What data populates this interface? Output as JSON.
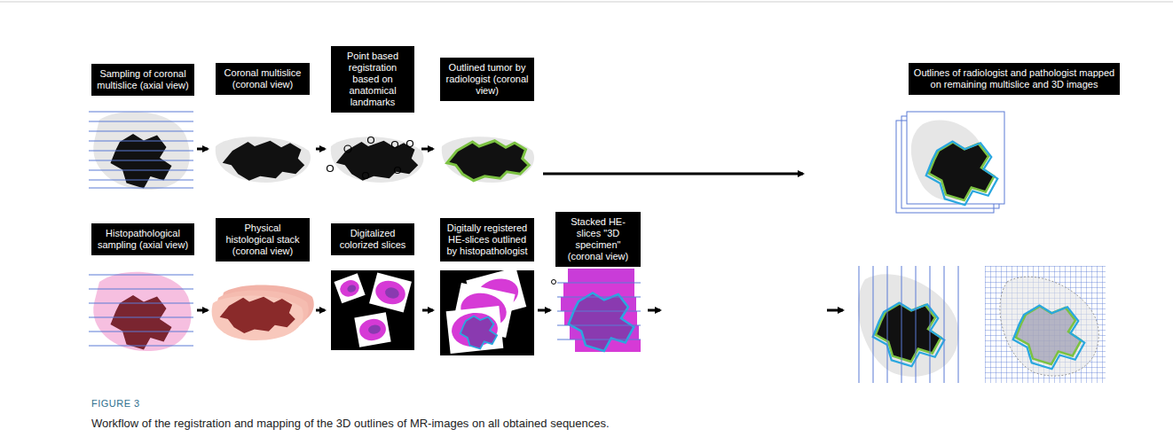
{
  "diagram": {
    "title": "FIGURE 3",
    "caption": "Workflow of the registration and mapping of the 3D outlines of MR-images on all obtained sequences.",
    "nodes": [
      {
        "text": [
          "Sampling of coronal multislice (axial view)"
        ]
      },
      {
        "text": [
          "Coronal multislice (coronal view)"
        ]
      },
      {
        "text": [
          "Point based registration based on anatomical landmarks"
        ]
      },
      {
        "text": [
          "Outlined tumor by radiologist (coronal view)"
        ]
      },
      {
        "text": [
          "Outlines of radiologist and pathologist mapped on remaining multislice and 3D images"
        ]
      },
      {
        "text": [
          "Histopathological sampling (axial view)"
        ]
      },
      {
        "text": [
          "Physical histological stack (coronal view)"
        ]
      },
      {
        "text": [
          "Digitalized colorized slices"
        ]
      },
      {
        "text": [
          "Digitally registered HE-slices outlined by histopathologist"
        ]
      },
      {
        "text": [
          "Stacked HE-slices \"3D specimen\" (coronal view)"
        ]
      }
    ]
  }
}
